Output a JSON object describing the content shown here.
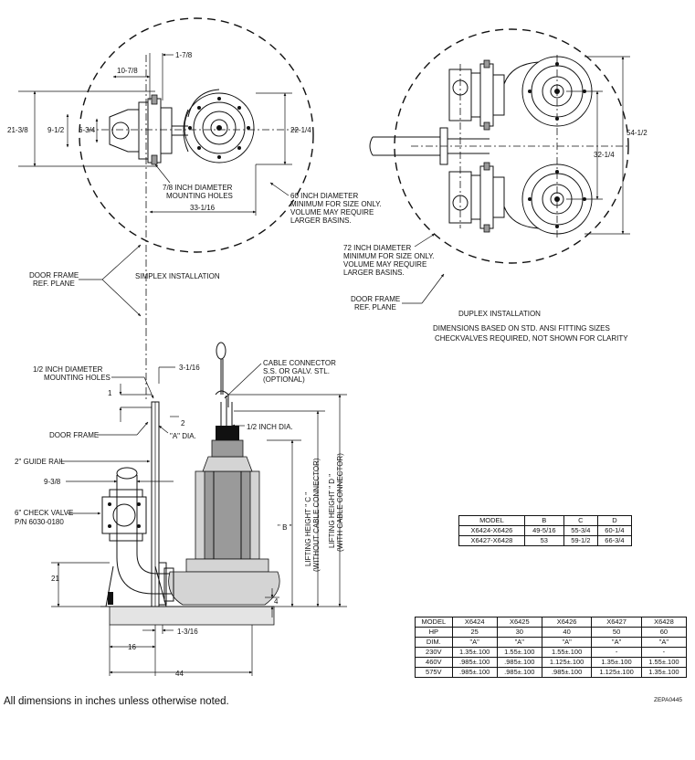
{
  "simplex": {
    "dim_1_7_8": "1-7/8",
    "dim_10_7_8": "10-7/8",
    "dim_21_3_8": "21-3/8",
    "dim_9_1_2": "9-1/2",
    "dim_6_3_4": "6-3/4",
    "dim_22_1_4": "22-1/4",
    "dim_33_1_16": "33-1/16",
    "mounting_holes_line1": "7/8 INCH DIAMETER",
    "mounting_holes_line2": "MOUNTING HOLES",
    "basin_note_line1": "60 INCH DIAMETER",
    "basin_note_line2": "MINIMUM FOR SIZE ONLY.",
    "basin_note_line3": "VOLUME MAY REQUIRE",
    "basin_note_line4": "LARGER BASINS.",
    "door_frame_line1": "DOOR FRAME",
    "door_frame_line2": "REF. PLANE",
    "title": "SIMPLEX INSTALLATION"
  },
  "duplex": {
    "dim_54_1_2": "54-1/2",
    "dim_32_1_4": "32-1/4",
    "basin_note_line1": "72 INCH DIAMETER",
    "basin_note_line2": "MINIMUM FOR SIZE ONLY.",
    "basin_note_line3": "VOLUME MAY REQUIRE",
    "basin_note_line4": "LARGER BASINS.",
    "door_frame_line1": "DOOR FRAME",
    "door_frame_line2": "REF. PLANE",
    "title": "DUPLEX INSTALLATION",
    "note_line1": "DIMENSIONS BASED ON STD. ANSI FITTING SIZES",
    "note_line2": "CHECKVALVES REQUIRED, NOT SHOWN FOR CLARITY"
  },
  "elevation": {
    "mounting_holes_line1": "1/2 INCH DIAMETER",
    "mounting_holes_line2": "MOUNTING HOLES",
    "dim_3_1_16": "3-1/16",
    "cable_connector_line1": "CABLE CONNECTOR",
    "cable_connector_line2": "S.S. OR GALV. STL.",
    "cable_connector_line3": "(OPTIONAL)",
    "dim_1": "1",
    "dim_2": "2",
    "door_frame": "DOOR FRAME",
    "a_dia": "\"A\" DIA.",
    "half_inch_dia": "1/2 INCH DIA.",
    "guide_rail": "2\" GUIDE RAIL",
    "dim_9_3_8": "9-3/8",
    "check_valve_line1": "6\" CHECK VALVE",
    "check_valve_line2": "P/N 6030-0180",
    "dim_b": "\" B \"",
    "lift_c_line1": "LIFTING HEIGHT \" C \"",
    "lift_c_line2": "(WITHOUT CABLE CONNECTOR)",
    "lift_d_line1": "LIFTING HEIGHT \" D \"",
    "lift_d_line2": "(WITH CABLE CONNECTOR)",
    "dim_21": "21",
    "dim_4": "4",
    "dim_1_3_16": "1-3/16",
    "dim_16": "16",
    "dim_44": "44"
  },
  "model_table": {
    "headers": [
      "MODEL",
      "B",
      "C",
      "D"
    ],
    "rows": [
      [
        "X6424-X6426",
        "49-5/16",
        "55-3/4",
        "60-1/4"
      ],
      [
        "X6427-X6428",
        "53",
        "59-1/2",
        "66-3/4"
      ]
    ]
  },
  "electrical_table": {
    "rows": [
      [
        "MODEL",
        "X6424",
        "X6425",
        "X6426",
        "X6427",
        "X6428"
      ],
      [
        "HP",
        "25",
        "30",
        "40",
        "50",
        "60"
      ],
      [
        "DIM.",
        "\"A\"",
        "\"A\"",
        "\"A\"",
        "\"A\"",
        "\"A\""
      ],
      [
        "230V",
        "1.35±.100",
        "1.55±.100",
        "1.55±.100",
        "-",
        "-"
      ],
      [
        "460V",
        ".985±.100",
        ".985±.100",
        "1.125±.100",
        "1.35±.100",
        "1.55±.100"
      ],
      [
        "575V",
        ".985±.100",
        ".985±.100",
        ".985±.100",
        "1.125±.100",
        "1.35±.100"
      ]
    ]
  },
  "footnote": "All dimensions in inches unless otherwise noted.",
  "drawing_id": "ZEPA0445"
}
